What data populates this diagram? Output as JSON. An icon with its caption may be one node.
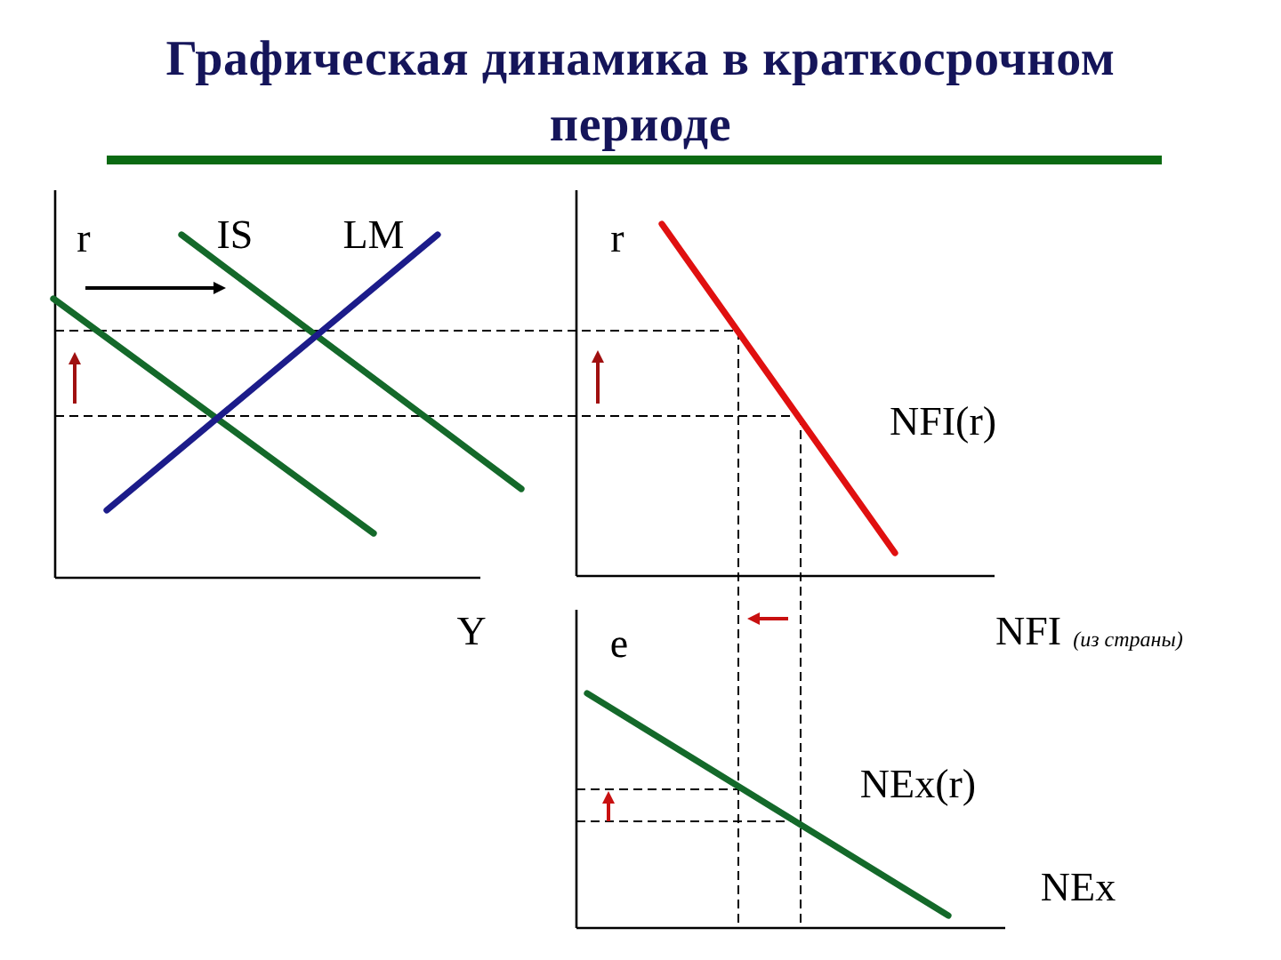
{
  "diagram": {
    "title": "Графическая динамика в краткосрочном периоде",
    "labels": [
      "r",
      "IS",
      "LM",
      "r",
      "NFI(r)",
      "Y",
      "e",
      "NFI",
      "(из страны)",
      "NEx(r)",
      "NEx"
    ]
  }
}
